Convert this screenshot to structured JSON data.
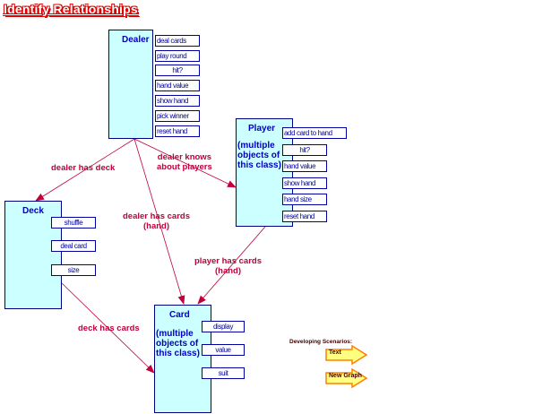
{
  "title": "Identify Relationships",
  "classes": {
    "dealer": {
      "name": "Dealer",
      "methods": [
        "deal cards",
        "play round",
        "hit?",
        "hand value",
        "show hand",
        "pick winner",
        "reset hand"
      ]
    },
    "player": {
      "name": "Player",
      "note": [
        "(multiple",
        "objects of",
        "this class)"
      ],
      "methods": [
        "add card to hand",
        "hit?",
        "hand value",
        "show hand",
        "hand size",
        "reset hand"
      ]
    },
    "deck": {
      "name": "Deck",
      "methods": [
        "shuffle",
        "deal card",
        "size"
      ]
    },
    "card": {
      "name": "Card",
      "note": [
        "(multiple",
        "objects of",
        "this class)"
      ],
      "methods": [
        "display",
        "value",
        "suit"
      ]
    }
  },
  "relationships": [
    {
      "id": "dealer-deck",
      "label": [
        "dealer has deck"
      ]
    },
    {
      "id": "dealer-player",
      "label": [
        "dealer knows",
        "about players"
      ]
    },
    {
      "id": "dealer-card",
      "label": [
        "dealer has cards",
        "(hand)"
      ]
    },
    {
      "id": "player-card",
      "label": [
        "player has cards",
        "(hand)"
      ]
    },
    {
      "id": "deck-card",
      "label": [
        "deck has cards"
      ]
    }
  ],
  "scenarios": {
    "title": "Developing Scenarios:",
    "buttons": [
      "Text",
      "New Graph"
    ]
  },
  "colors": {
    "class_fill": "#ccffff",
    "class_border": "#000080",
    "relation": "#c0003a",
    "title": "#e00000"
  }
}
